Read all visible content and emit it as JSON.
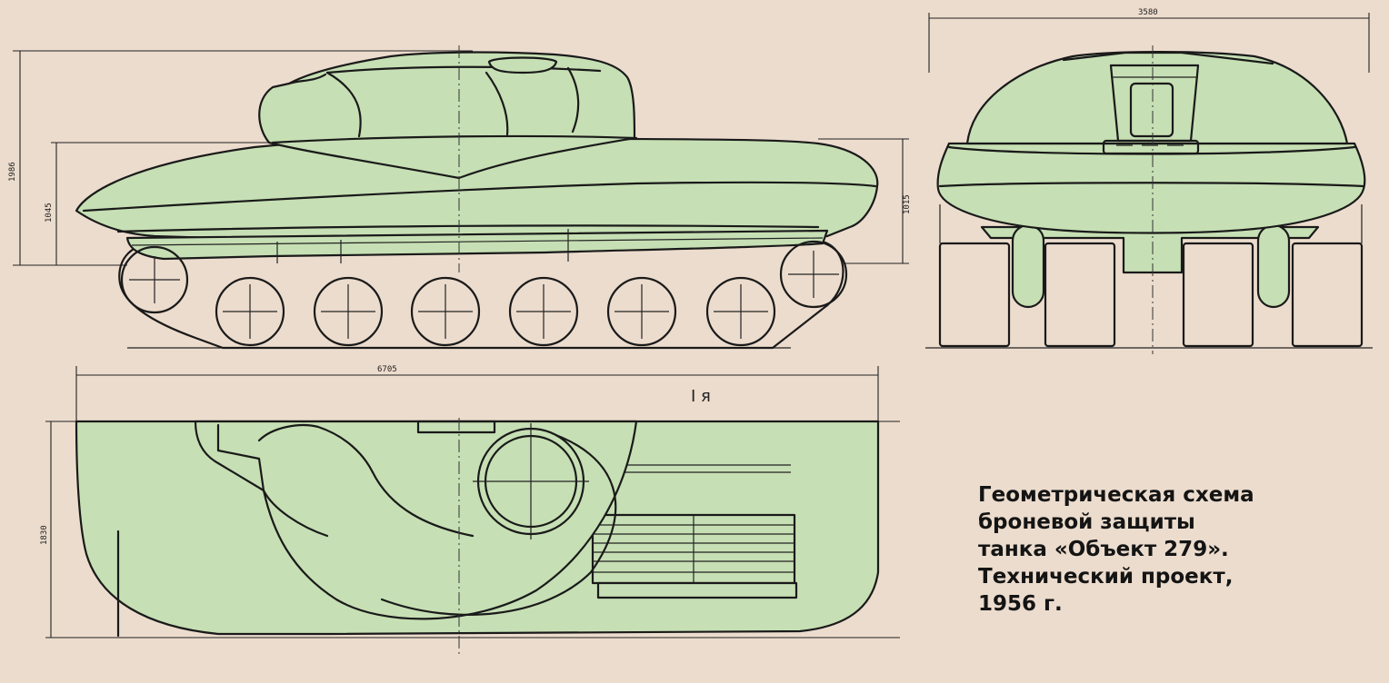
{
  "caption": {
    "lines": [
      "Геометрическая схема",
      "броневой защиты",
      "танка «Объект 279».",
      "Технический проект,",
      "1956 г."
    ]
  },
  "dimensions": {
    "total_height": "1986",
    "hull_height_front": "1045",
    "hull_height_rear": "1015",
    "overall_length": "6705",
    "overall_width": "3580",
    "plan_width": "1830"
  },
  "view_marker": "I я",
  "colors": {
    "background": "#ecdccd",
    "armor_fill": "#c6dfb4",
    "line": "#1a1a1a"
  }
}
